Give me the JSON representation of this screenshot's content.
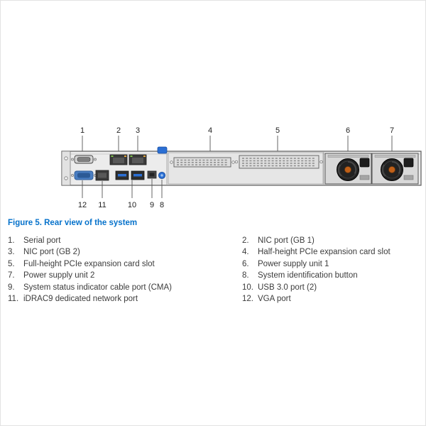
{
  "figure": {
    "caption": "Figure 5. Rear view of the system"
  },
  "callouts": {
    "top": [
      "1",
      "2",
      "3",
      "4",
      "5",
      "6",
      "7"
    ],
    "bottom": [
      "12",
      "11",
      "10",
      "9",
      "8"
    ]
  },
  "legend": {
    "left": [
      {
        "num": "1.",
        "label": "Serial port"
      },
      {
        "num": "3.",
        "label": "NIC port (GB 2)"
      },
      {
        "num": "5.",
        "label": "Full-height PCIe expansion card slot"
      },
      {
        "num": "7.",
        "label": "Power supply unit 2"
      },
      {
        "num": "9.",
        "label": "System status indicator cable port (CMA)"
      },
      {
        "num": "11.",
        "label": "iDRAC9 dedicated network port"
      }
    ],
    "right": [
      {
        "num": "2.",
        "label": "NIC port (GB 1)"
      },
      {
        "num": "4.",
        "label": "Half-height PCIe expansion card slot"
      },
      {
        "num": "6.",
        "label": "Power supply unit 1"
      },
      {
        "num": "8.",
        "label": "System identification button"
      },
      {
        "num": "10.",
        "label": "USB 3.0 port (2)"
      },
      {
        "num": "12.",
        "label": "VGA port"
      }
    ]
  },
  "colors": {
    "caption_blue": "#0672cb",
    "port_accent_blue": "#2b6fd4",
    "fan_hub_orange": "#c06018",
    "chassis_gray": "#ececec"
  }
}
